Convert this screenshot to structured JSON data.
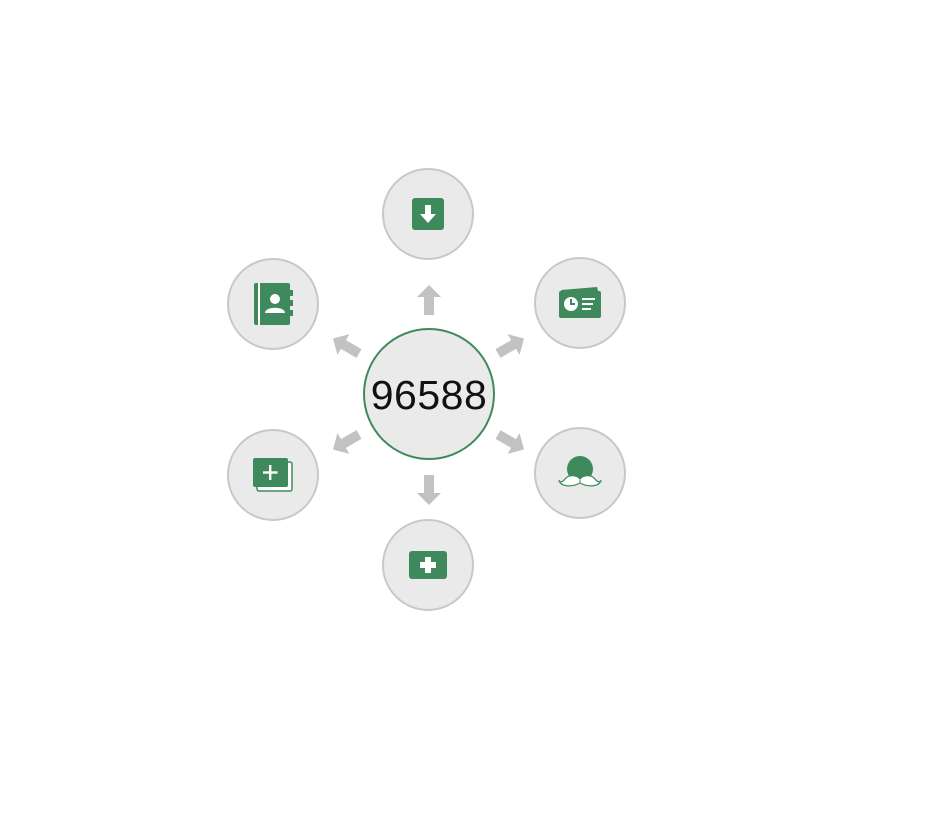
{
  "center": {
    "value": "96588"
  },
  "colors": {
    "icon_green": "#3f8a5c",
    "node_fill": "#eaeaea",
    "node_border": "#c8c8c8",
    "arrow": "#c2c2c2",
    "center_border": "#3f8a5c"
  },
  "nodes": [
    {
      "position": "top",
      "icon": "download-icon"
    },
    {
      "position": "upper-right",
      "icon": "time-card-icon"
    },
    {
      "position": "lower-right",
      "icon": "mustache-avatar-icon"
    },
    {
      "position": "bottom",
      "icon": "medical-plus-icon"
    },
    {
      "position": "lower-left",
      "icon": "add-card-icon"
    },
    {
      "position": "upper-left",
      "icon": "contacts-book-icon"
    }
  ]
}
